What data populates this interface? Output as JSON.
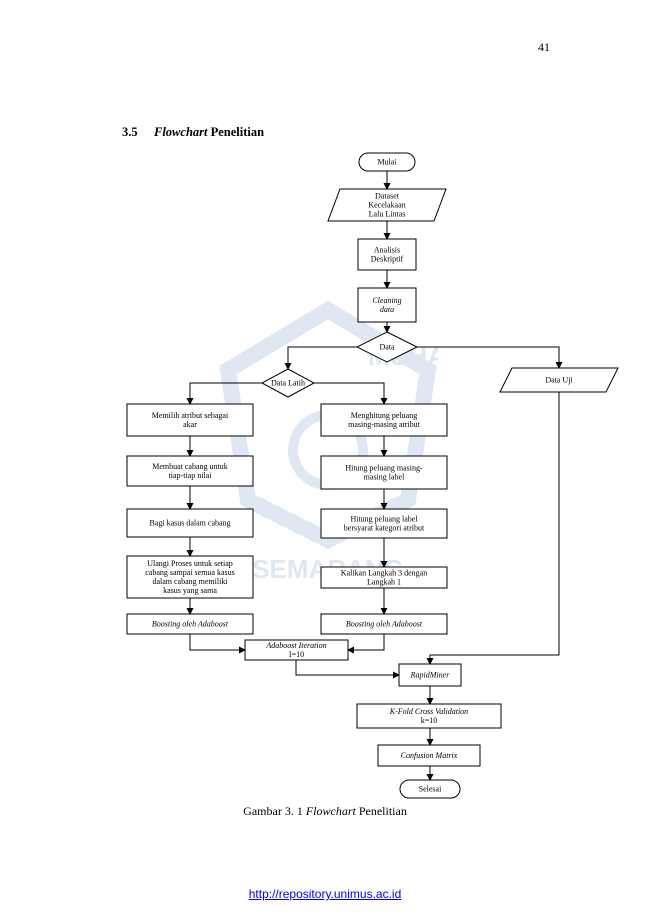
{
  "page": {
    "number": "41",
    "section_number": "3.5",
    "section_title_italic": "Flowchart",
    "section_title_rest": " Penelitian",
    "caption_prefix": "Gambar 3. 1  ",
    "caption_italic": "Flowchart",
    "caption_rest": " Penelitian",
    "footer_link": "http://repository.unimus.ac.id"
  },
  "watermark": {
    "top_text": "MUHA",
    "bottom_text": "SEMARANG",
    "color": "#3a6fb5"
  },
  "flowchart": {
    "nodes": {
      "start": {
        "lines": [
          "Mulai"
        ]
      },
      "dataset": {
        "lines": [
          "Dataset",
          "Kecelakaan",
          "Lalu Lintas"
        ]
      },
      "analisis": {
        "lines": [
          "Analisis",
          "Deskriptif"
        ]
      },
      "cleaning": {
        "lines": [
          "Cleaning",
          "data"
        ],
        "italic": true
      },
      "data": {
        "lines": [
          "Data"
        ]
      },
      "data_latih": {
        "lines": [
          "Data Latih"
        ]
      },
      "data_uji": {
        "lines": [
          "Data Uji"
        ]
      },
      "l1": {
        "lines": [
          "Memilih atribut sebagai",
          "akar"
        ]
      },
      "l2": {
        "lines": [
          "Membuat cabang untuk",
          "tiap-tiap nilai"
        ]
      },
      "l3": {
        "lines": [
          "Bagi kasus dalam cabang"
        ]
      },
      "l4": {
        "lines": [
          "Ulangi Proses untuk setiap",
          "cabang sampai semua kasus",
          "dalam cabang memiliki",
          "kasus yang sama"
        ]
      },
      "l5": {
        "lines": [
          "Boosting oleh Adaboost"
        ],
        "italic": true
      },
      "r1": {
        "lines": [
          "Menghitung peluang",
          "masing-masing atribut"
        ]
      },
      "r2": {
        "lines": [
          "Hitung peluang masing-",
          "masing label"
        ]
      },
      "r3": {
        "lines": [
          "Hitung peluang label",
          "bersyarat kategori atribut"
        ]
      },
      "r4": {
        "lines": [
          "Kalikan Langkah 3 dengan",
          "Langkah 1"
        ]
      },
      "r5": {
        "lines": [
          "Boosting oleh Adaboost"
        ],
        "italic": true
      },
      "ada_iter": {
        "lines": [
          "Adaboost Iteration",
          "I=10"
        ],
        "italic_first": true
      },
      "rapidminer": {
        "lines": [
          "RapidMiner"
        ],
        "italic": true
      },
      "kfold": {
        "lines": [
          "K-Fold Cross Validation",
          "k=10"
        ],
        "italic_first": true
      },
      "confusion": {
        "lines": [
          "Confusion Matrix"
        ],
        "italic": true
      },
      "end": {
        "lines": [
          "Selesai"
        ]
      }
    }
  }
}
